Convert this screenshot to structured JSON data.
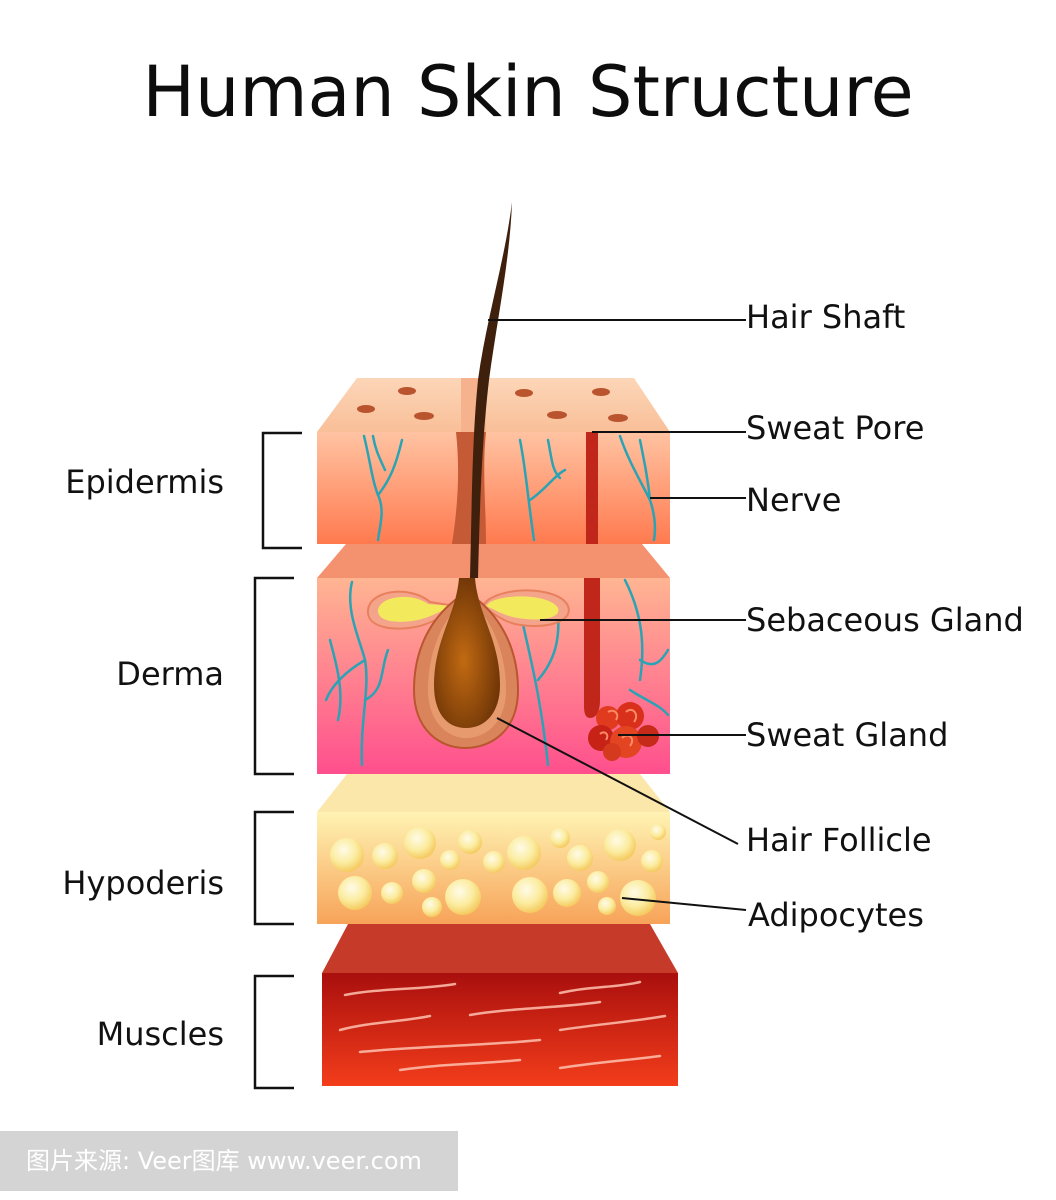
{
  "title": "Human Skin Structure",
  "layers": {
    "epidermis": "Epidermis",
    "derma": "Derma",
    "hypoderis": "Hypoderis",
    "muscles": "Muscles"
  },
  "structures": {
    "hair_shaft": "Hair Shaft",
    "sweat_pore": "Sweat Pore",
    "nerve": "Nerve",
    "sebaceous_gland": "Sebaceous Gland",
    "sweat_gland": "Sweat Gland",
    "hair_follicle": "Hair Follicle",
    "adipocytes": "Adipocytes"
  },
  "watermark": "图片来源: Veer图库 www.veer.com",
  "colors": {
    "epidermis": "#ffa27a",
    "derma": "#ff7fa6",
    "hypodermis": "#fbc983",
    "muscle": "#c8321d",
    "nerve": "#2aa3b5",
    "hair": "#3e200c",
    "sweat_duct": "#c0271a",
    "sebaceous": "#f2e35a"
  }
}
